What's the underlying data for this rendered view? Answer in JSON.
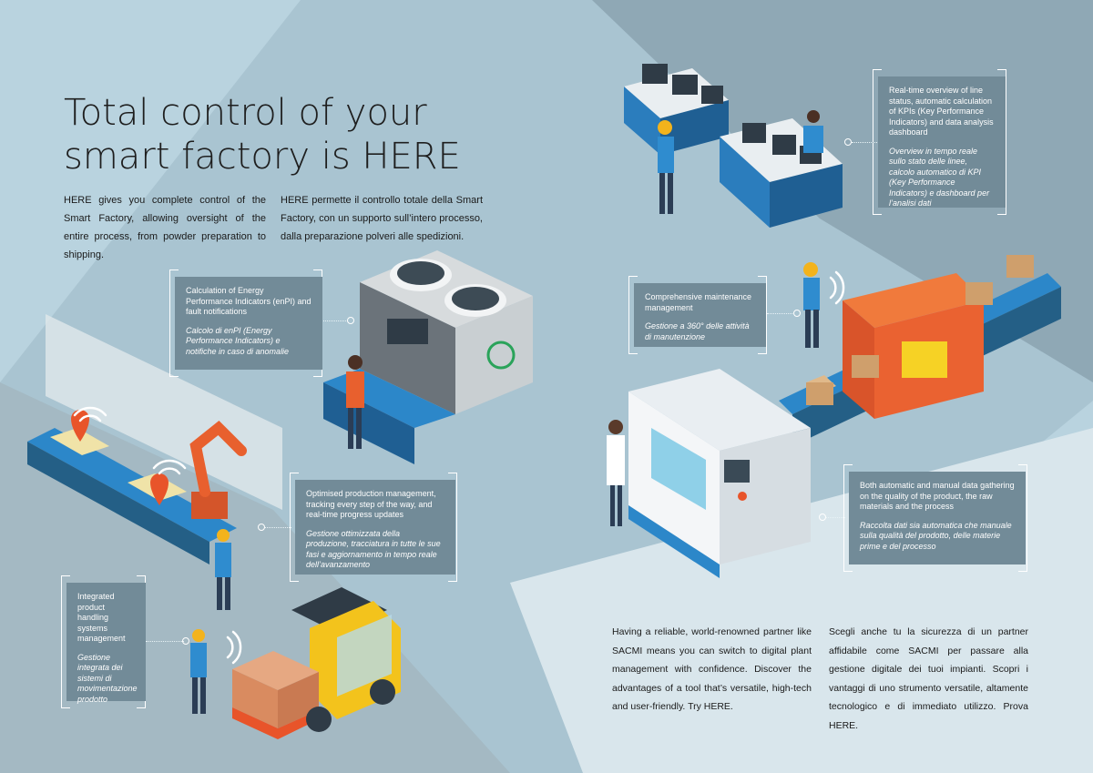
{
  "title_lines": [
    "Total control of your",
    "smart factory is HERE"
  ],
  "intro": {
    "en": "HERE gives you complete control of the Smart Factory, allowing oversight of the entire process, from powder preparation to shipping.",
    "it": "HERE permette il controllo totale della Smart Factory, con un supporto sull’intero processo, dalla preparazione polveri alle spedizioni."
  },
  "info_boxes": {
    "kpi": {
      "en": "Real-time overview of line status, automatic calculation of KPIs (Key Performance Indicators) and data analysis dashboard",
      "it": "Overview in tempo reale sullo stato delle linee, calcolo automatico di KPI (Key Performance Indicators) e dashboard per l’analisi dati"
    },
    "energy": {
      "en": "Calculation of Energy Performance Indicators (enPI) and fault notifications",
      "it": "Calcolo di enPI (Energy Performance Indicators) e notifiche in caso di anomalie"
    },
    "maintenance": {
      "en": "Comprehensive maintenance management",
      "it": "Gestione a 360° delle attività di manutenzione"
    },
    "production": {
      "en": "Optimised production management, tracking every step of the way, and real-time progress updates",
      "it": "Gestione ottimizzata della produzione, tracciatura in tutte le sue fasi e aggiornamento in tempo reale dell’avanzamento"
    },
    "quality": {
      "en": "Both automatic and manual data gathering on the quality of the product, the raw materials and the process",
      "it": "Raccolta dati sia automatica che manuale sulla qualità del prodotto, delle materie prime e del processo"
    },
    "handling": {
      "en": "Integrated product handling systems management",
      "it": "Gestione integrata dei sistemi di movimentazione prodotto"
    }
  },
  "closing": {
    "en": "Having a reliable, world-renowned partner like SACMI means you can switch to digital plant management with confidence. Discover the advantages of a tool that’s versatile, high-tech and user-friendly. Try HERE.",
    "it": "Scegli anche tu la sicurezza di un partner affidabile come SACMI per passare alla gestione digitale dei tuoi impianti. Scopri i vantaggi di uno strumento versatile, altamente tecnologico e di immediato utilizzo. Prova HERE."
  },
  "colors": {
    "background_light": "#b9d3df",
    "background_mid": "#9fb8c5",
    "info_box": "#728b98",
    "accent_orange": "#e8542a",
    "machine_blue": "#2c87c9",
    "forklift_yellow": "#f3c31c"
  }
}
